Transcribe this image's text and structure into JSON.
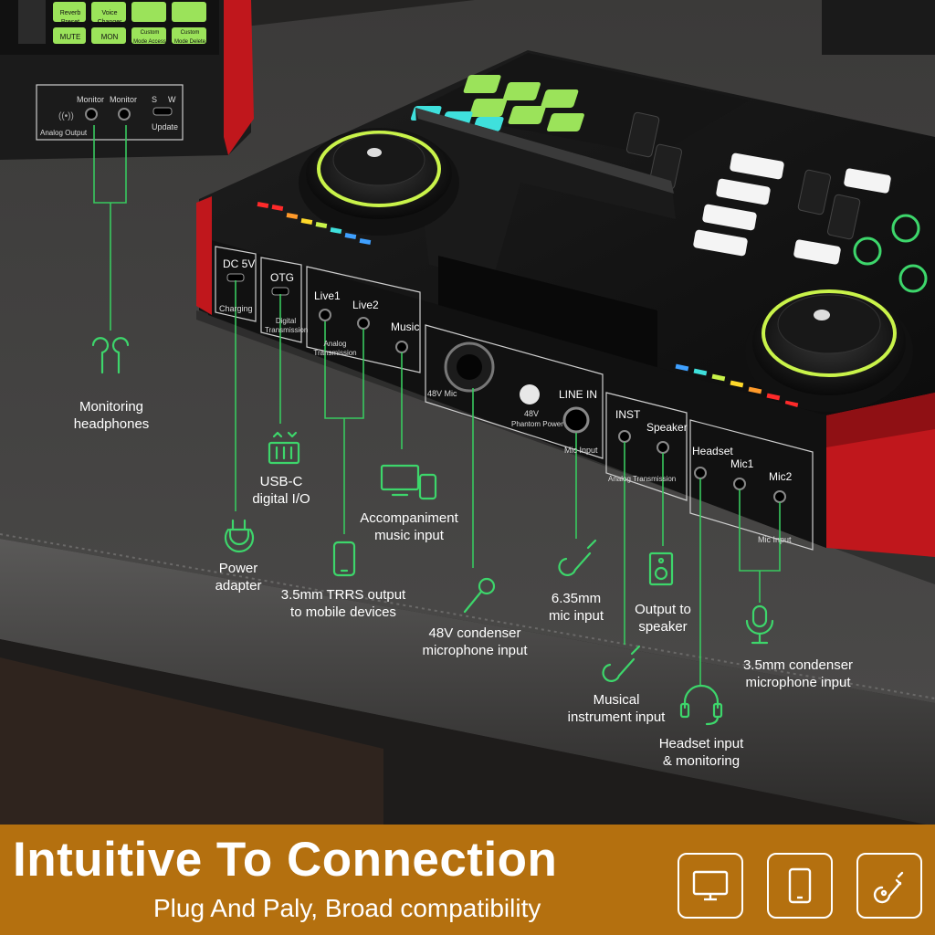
{
  "banner": {
    "headline": "Intuitive To Connection",
    "subline": "Plug And Paly, Broad compatibility",
    "background_color": "#b4700f",
    "icons": [
      "monitor-icon",
      "tablet-icon",
      "guitar-icon"
    ]
  },
  "rear_panel": {
    "ports": {
      "dc5v": "DC 5V",
      "charging": "Charging",
      "otg": "OTG",
      "digital_transmission": "Digital Transmission",
      "live1": "Live1",
      "live2": "Live2",
      "music": "Music",
      "analog_transmission": "Analog Transmission",
      "mic48v": "48V Mic",
      "phantom_48v": "48V",
      "phantom_power": "Phantom Power",
      "line_in": "LINE IN",
      "mic_input": "Mic Input",
      "inst": "INST",
      "speaker": "Speaker",
      "analog_transmission_2": "Analog Transmission",
      "headset": "Headset",
      "mic1": "Mic1",
      "mic2": "Mic2",
      "mic_input_2": "Mic Input"
    }
  },
  "second_unit": {
    "monitor_1": "Monitor",
    "monitor_2": "Monitor",
    "s": "S",
    "w": "W",
    "update": "Update",
    "analog_output": "Analog Output",
    "buttons": [
      "Reverb Preset",
      "Voice Changer",
      "MUTE",
      "MON",
      "Custom Mode Access",
      "Custom Mode Delete"
    ]
  },
  "callouts": {
    "monitoring_headphones": [
      "Monitoring",
      "headphones"
    ],
    "usb_c": [
      "USB-C",
      "digital I/O"
    ],
    "power_adapter": [
      "Power",
      "adapter"
    ],
    "accompaniment": [
      "Accompaniment",
      "music input"
    ],
    "trrs_output": [
      "3.5mm TRRS output",
      "to mobile devices"
    ],
    "condenser_48v": [
      "48V condenser",
      "microphone input"
    ],
    "mic_635": [
      "6.35mm",
      "mic input"
    ],
    "output_speaker": [
      "Output to",
      "speaker"
    ],
    "instrument": [
      "Musical",
      "instrument input"
    ],
    "headset_input": [
      "Headset input",
      "& monitoring"
    ],
    "condenser_35": [
      "3.5mm condenser",
      "microphone input"
    ]
  },
  "colors": {
    "accent_green": "#3dd66b",
    "callout_line": "#38c95f",
    "device_red": "#c0171c",
    "device_black": "#141414",
    "banner": "#b4700f"
  }
}
